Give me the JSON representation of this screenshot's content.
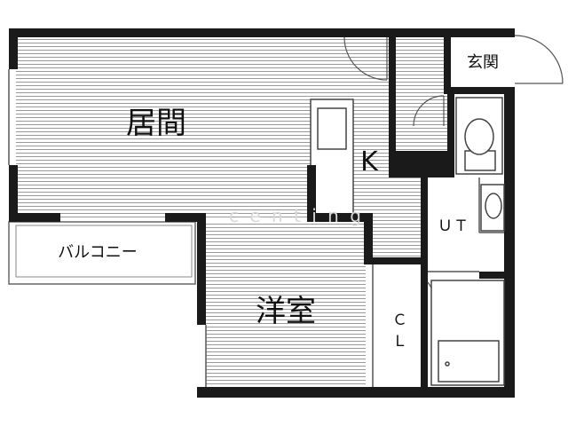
{
  "rooms": {
    "living": "居間",
    "kitchen": "K",
    "entrance": "玄関",
    "balcony": "バルコニー",
    "western_room": "洋室",
    "utility": "ＵＴ",
    "closet_line1": "Ｃ",
    "closet_line2": "Ｌ"
  },
  "watermark": "c e n t i n g",
  "colors": {
    "wall": "#1a1a1a",
    "floor_stripe": "#9a9a9a",
    "outline": "#666666"
  }
}
